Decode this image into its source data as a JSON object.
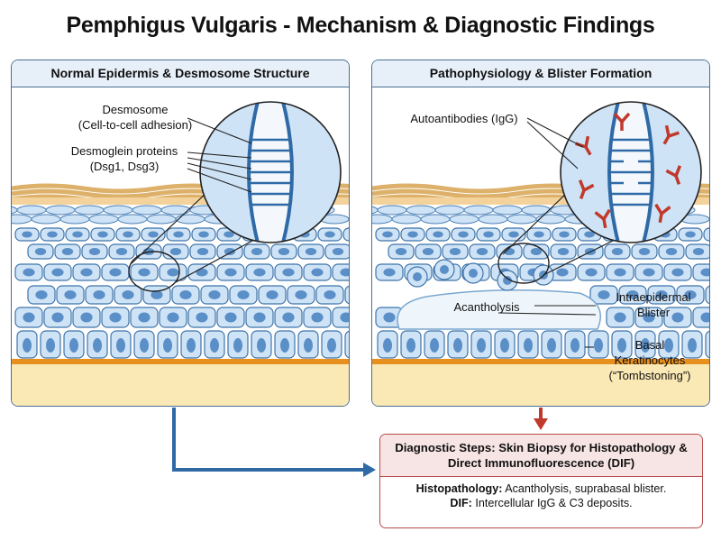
{
  "title": "Pemphigus Vulgaris - Mechanism & Diagnostic Findings",
  "left_panel": {
    "heading": "Normal Epidermis & Desmosome Structure",
    "desmosome_label": [
      "Desmosome",
      "(Cell-to-cell adhesion)"
    ],
    "desmoglein_label": [
      "Desmoglein proteins",
      "(Dsg1, Dsg3)"
    ]
  },
  "right_panel": {
    "heading": "Pathophysiology & Blister Formation",
    "autoantibodies_label": "Autoantibodies (IgG)",
    "acantholysis_label": "Acantholysis",
    "blister_label": [
      "Intraepidermal",
      "Blister"
    ],
    "basal_label": [
      "Basal",
      "Keratinocytes",
      "(“Tombstoning”)"
    ]
  },
  "diagnostic": {
    "heading": "Diagnostic Steps: Skin Biopsy for Histopathology & Direct Immunofluorescence (DIF)",
    "histo_term": "Histopathology:",
    "histo_text": " Acantholysis, suprabasal blister.",
    "dif_term": "DIF:",
    "dif_text": " Intercellular IgG & C3 deposits."
  },
  "colors": {
    "panel_border": "#4a6e92",
    "cell_fill": "#cfe3f6",
    "nucleus": "#5b8fc7",
    "stratum_corneum": "#f3d39b",
    "basement_membrane": "#e8901e",
    "dermis": "#fbe9b5",
    "antibody": "#c0392b",
    "arrow_blue": "#2f6aa7",
    "arrow_red": "#c0392b"
  }
}
